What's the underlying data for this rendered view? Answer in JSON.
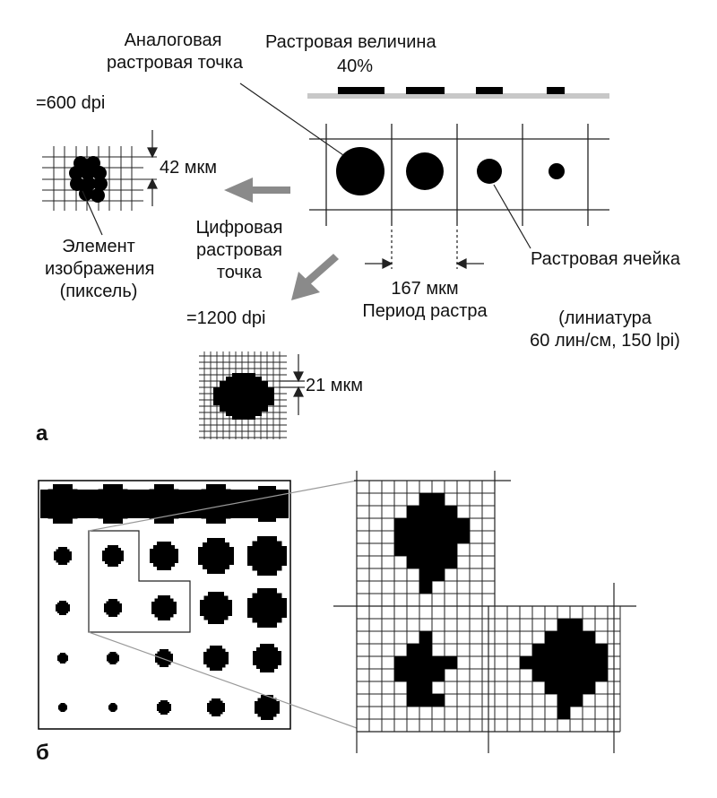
{
  "panel_a": {
    "letter": "а",
    "analog_dot_label_1": "Аналоговая",
    "analog_dot_label_2": "растровая точка",
    "tone_value_label": "Растровая величина",
    "tone_value_percent": "40%",
    "res_600": "=600 dpi",
    "pixel_size_600": "42 мкм",
    "element_label_1": "Элемент",
    "element_label_2": "изображения",
    "element_label_3": "(пиксель)",
    "digital_dot_label_1": "Цифровая",
    "digital_dot_label_2": "растровая",
    "digital_dot_label_3": "точка",
    "res_1200": "=1200 dpi",
    "pixel_size_1200": "21 мкм",
    "screen_period_value": "167 мкм",
    "screen_period_label": "Период растра",
    "screen_cell_label": "Растровая ячейка",
    "ruling_line_1": "(линиатура",
    "ruling_line_2": "60 лин/см, 150 lpi)"
  },
  "panel_b": {
    "letter": "б"
  },
  "colors": {
    "ink": "#000000",
    "gray_bar": "#c8c8c8",
    "arrow_gray": "#8a8a8a",
    "grid": "#222222",
    "background": "#ffffff"
  }
}
